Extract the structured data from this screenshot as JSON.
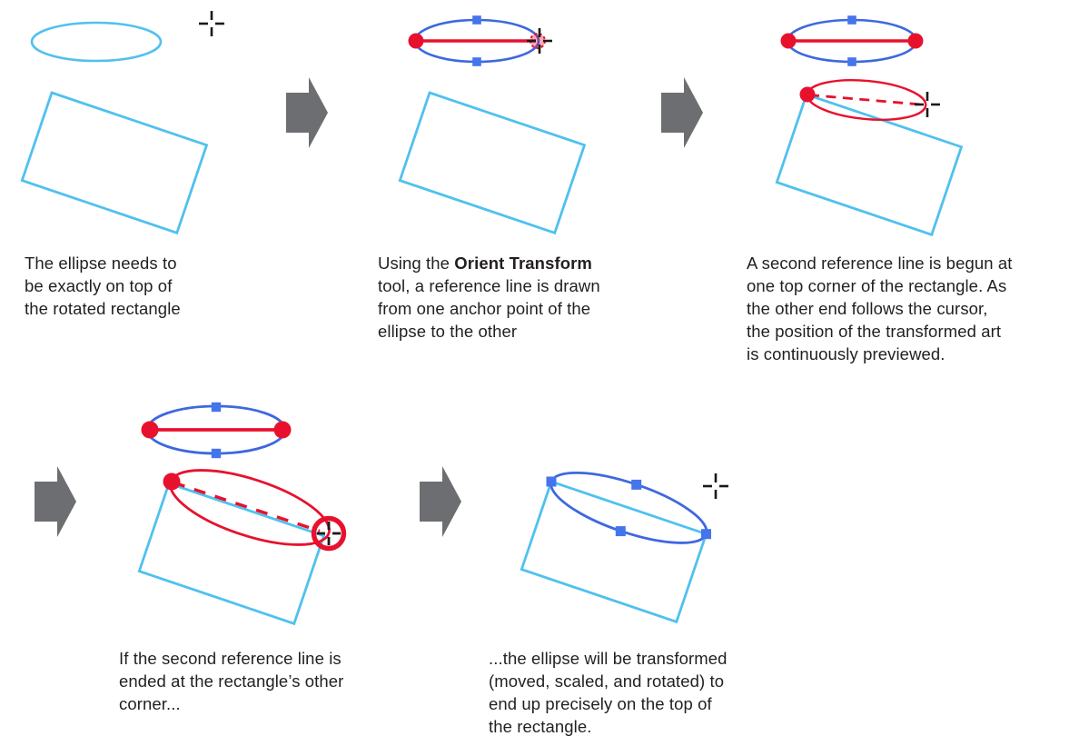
{
  "title": "Orient Transform tool tutorial",
  "captions": {
    "step1": {
      "l1": "The ellipse needs to",
      "l2": "be exactly on top of",
      "l3": "the rotated rectangle"
    },
    "step2": {
      "l1a": "Using the ",
      "l1b": "Orient Transform",
      "l2": "tool, a reference line is drawn",
      "l3": "from one anchor point of the",
      "l4": "ellipse to the other"
    },
    "step3": {
      "l1": "A second reference line is begun at",
      "l2": "one top corner of the rectangle. As",
      "l3": "the other end follows the cursor,",
      "l4": "the position of the transformed art",
      "l5": "is continuously previewed."
    },
    "step4": {
      "l1": "If the second reference line is",
      "l2": "ended at the rectangle’s other",
      "l3": "corner..."
    },
    "step5": {
      "l1": "...the ellipse will be transformed",
      "l2": "(moved, scaled, and rotated) to",
      "l3": "end up precisely on the top of",
      "l4": "the rectangle."
    }
  },
  "colors": {
    "cyan_shape": "#4FC1EF",
    "blue_ellipse": "#3E68DF",
    "blue_handle": "#4475EC",
    "red_reference": "#E8112D",
    "pink_pending_point": "#F5A9AE",
    "arrow_gray": "#6D6E71",
    "cursor_black": "#1A1A1A",
    "text": "#231F20"
  },
  "icons": {
    "crosshair_cursor": "precision crosshair cursor",
    "step_arrow": "right-pointing block arrow",
    "anchor_handle": "square anchor-point handle",
    "reference_point": "round red reference point",
    "snap_ring": "red snap ring around cursor"
  }
}
